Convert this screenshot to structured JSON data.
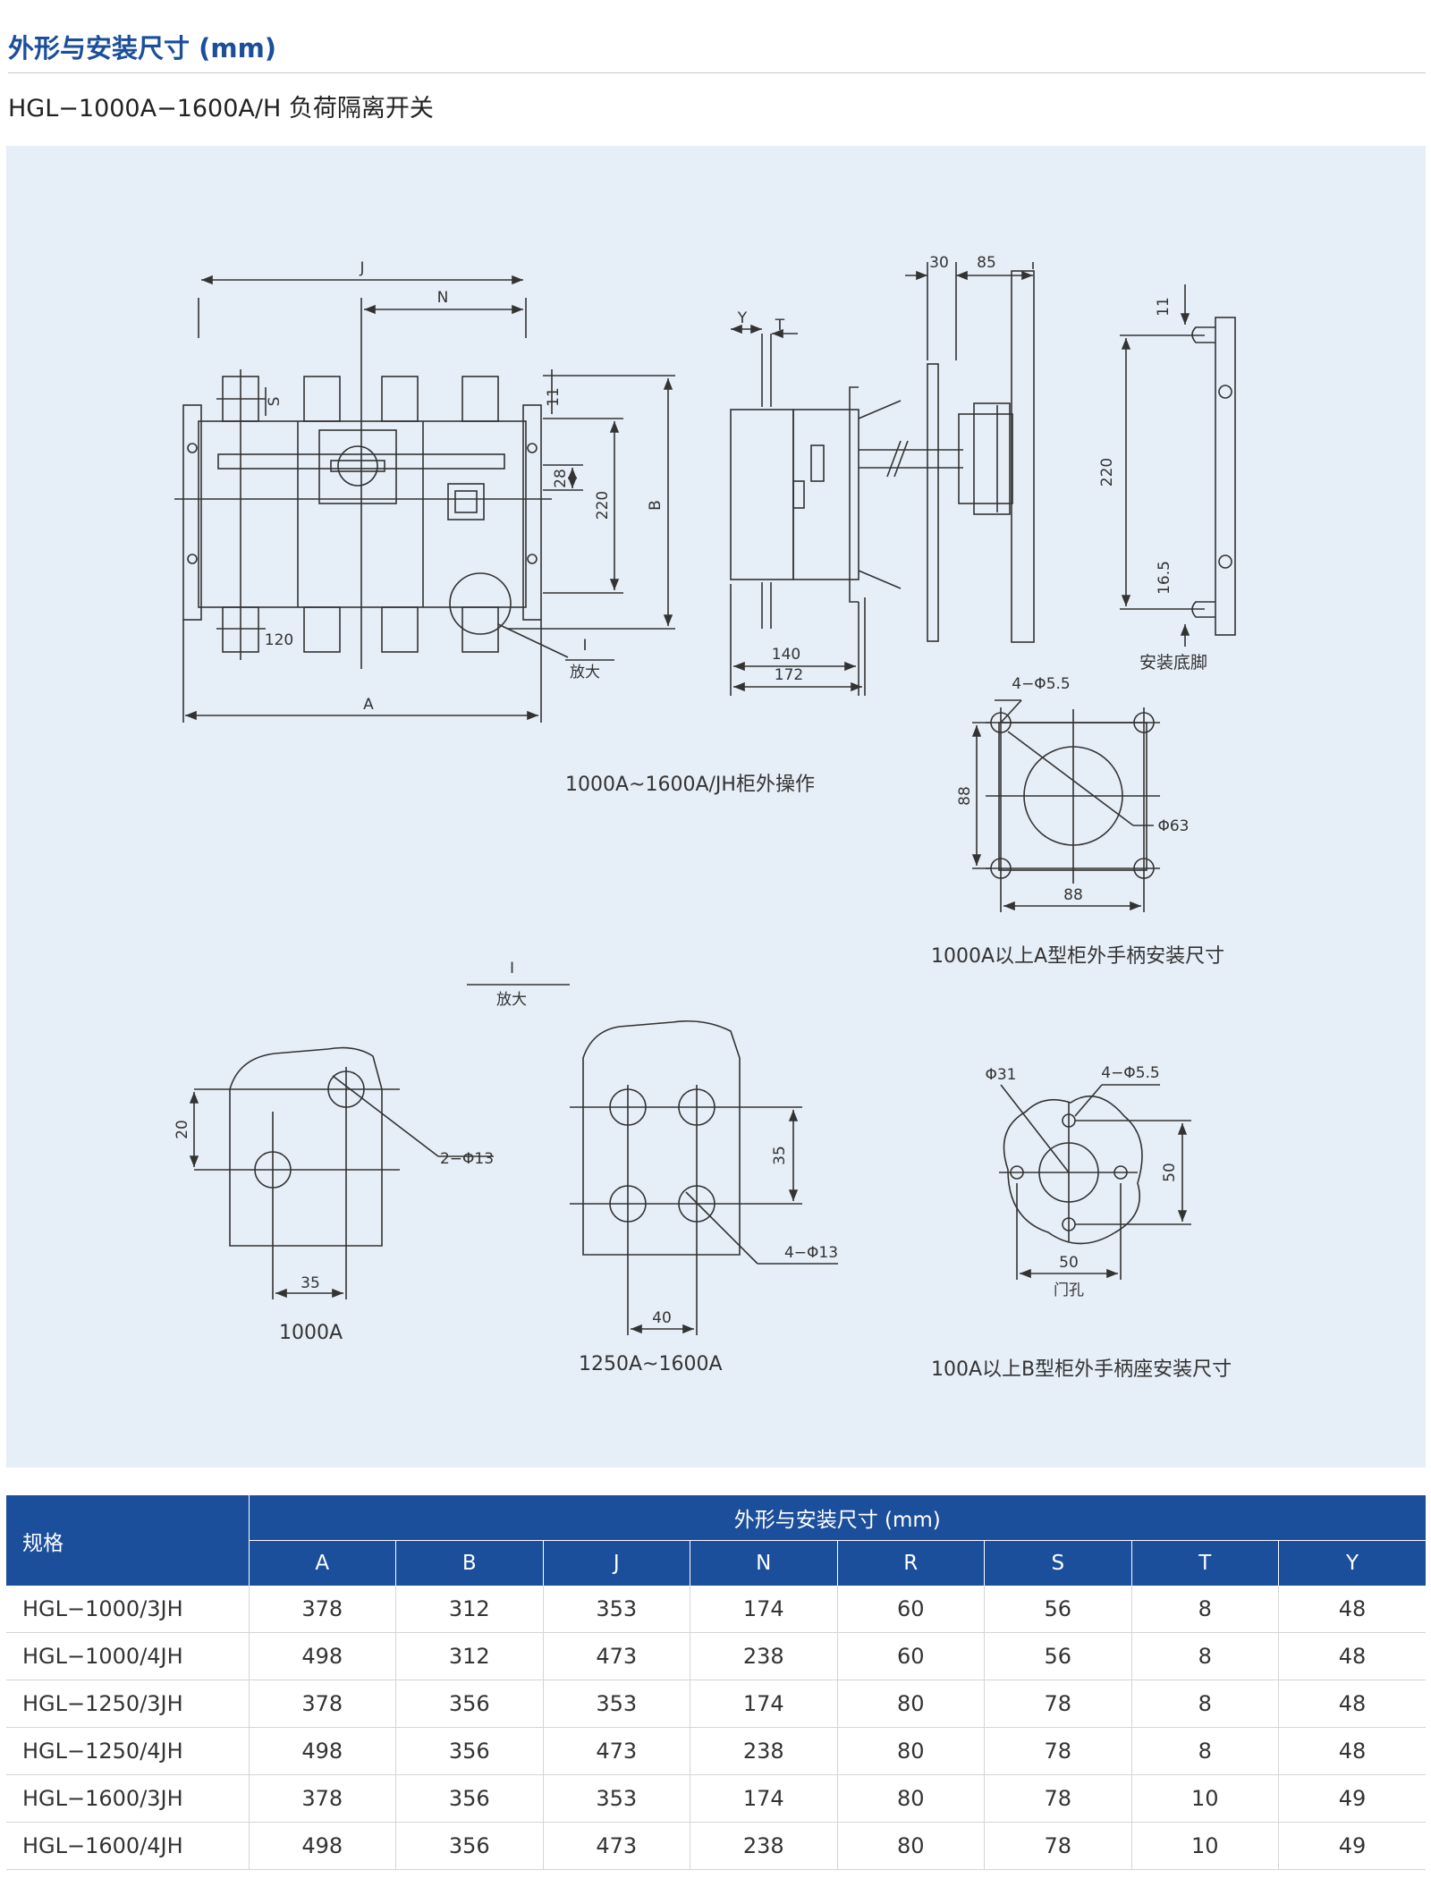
{
  "header": {
    "title": "外形与安装尺寸 (mm)",
    "subtitle": "HGL−1000A−1600A/H 负荷隔离开关"
  },
  "drawing": {
    "captions": {
      "front": "1000A~1600A/JH柜外操作",
      "mount_foot": "安装底脚",
      "handle_a": "1000A以上A型柜外手柄安装尺寸",
      "detail_1000": "1000A",
      "detail_1250": "1250A~1600A",
      "handle_b": "100A以上B型柜外手柄座安装尺寸",
      "detail_header": "I",
      "detail_header_sub": "放大"
    },
    "dims": {
      "J": "J",
      "N": "N",
      "S": "S",
      "d11": "11",
      "d28": "28",
      "d220": "220",
      "B": "B",
      "d120": "120",
      "A": "A",
      "I": "I",
      "enlarge": "放大",
      "Y": "Y",
      "T": "T",
      "d30": "30",
      "d85": "85",
      "d140": "140",
      "d172": "172",
      "foot11": "11",
      "foot220": "220",
      "foot165": "16.5",
      "holes4_55": "4−Φ5.5",
      "phi63": "Φ63",
      "d88v": "88",
      "d88h": "88",
      "d20": "20",
      "holes2_13": "2−Φ13",
      "d35a": "35",
      "d35b": "35",
      "holes4_13": "4−Φ13",
      "d40": "40",
      "phi31": "Φ31",
      "holes4_55b": "4−Φ5.5",
      "d50v": "50",
      "d50h": "50",
      "door": "门孔"
    }
  },
  "table": {
    "spec_label": "规格",
    "group_label": "外形与安装尺寸 (mm)",
    "columns": [
      "A",
      "B",
      "J",
      "N",
      "R",
      "S",
      "T",
      "Y"
    ],
    "rows": [
      {
        "model": "HGL−1000/3JH",
        "A": "378",
        "B": "312",
        "J": "353",
        "N": "174",
        "R": "60",
        "S": "56",
        "T": "8",
        "Y": "48"
      },
      {
        "model": "HGL−1000/4JH",
        "A": "498",
        "B": "312",
        "J": "473",
        "N": "238",
        "R": "60",
        "S": "56",
        "T": "8",
        "Y": "48"
      },
      {
        "model": "HGL−1250/3JH",
        "A": "378",
        "B": "356",
        "J": "353",
        "N": "174",
        "R": "80",
        "S": "78",
        "T": "8",
        "Y": "48"
      },
      {
        "model": "HGL−1250/4JH",
        "A": "498",
        "B": "356",
        "J": "473",
        "N": "238",
        "R": "80",
        "S": "78",
        "T": "8",
        "Y": "48"
      },
      {
        "model": "HGL−1600/3JH",
        "A": "378",
        "B": "356",
        "J": "353",
        "N": "174",
        "R": "80",
        "S": "78",
        "T": "10",
        "Y": "49"
      },
      {
        "model": "HGL−1600/4JH",
        "A": "498",
        "B": "356",
        "J": "473",
        "N": "238",
        "R": "80",
        "S": "78",
        "T": "10",
        "Y": "49"
      }
    ]
  }
}
